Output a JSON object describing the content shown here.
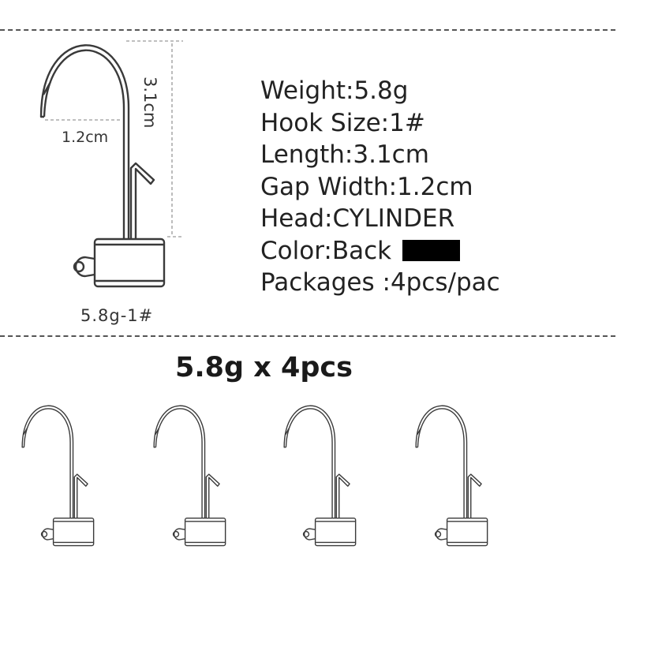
{
  "diagram": {
    "dimension_length": "3.1cm",
    "dimension_gap": "1.2cm",
    "model_label": "5.8g-1#"
  },
  "specs": [
    "Weight:5.8g",
    "Hook Size:1#",
    "Length:3.1cm",
    "Gap Width:1.2cm",
    "Head:CYLINDER",
    "Color:Back",
    "Packages :4pcs/pac"
  ],
  "color_swatch": "#000000",
  "package_title": "5.8g x 4pcs",
  "package_count": 4
}
